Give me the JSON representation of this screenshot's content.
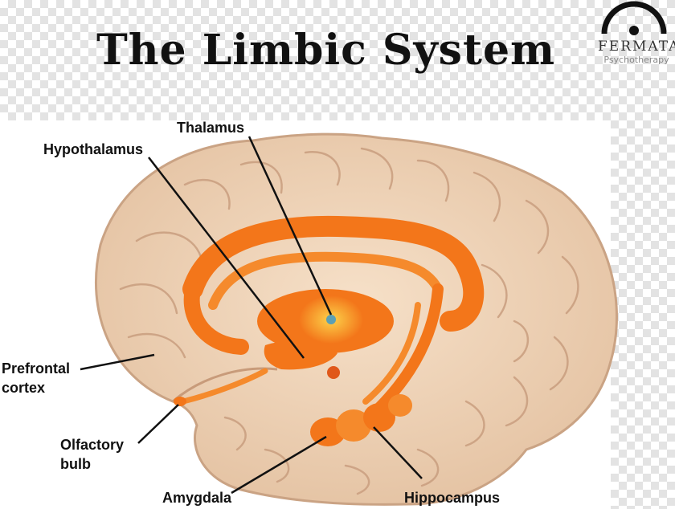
{
  "title": "The Limbic System",
  "logo": {
    "name": "FERMATA",
    "subtitle": "Psychotherapy"
  },
  "labels": {
    "thalamus": "Thalamus",
    "hypothalamus": "Hypothalamus",
    "prefrontal_line1": "Prefrontal",
    "prefrontal_line2": "cortex",
    "olfactory_line1": "Olfactory",
    "olfactory_line2": "bulb",
    "amygdala": "Amygdala",
    "hippocampus": "Hippocampus"
  },
  "colors": {
    "brain": "#efd3b7",
    "brain_outline": "#caa384",
    "limbic": "#f3761a",
    "limbic_light": "#fba24a",
    "leader_line": "#111111"
  }
}
